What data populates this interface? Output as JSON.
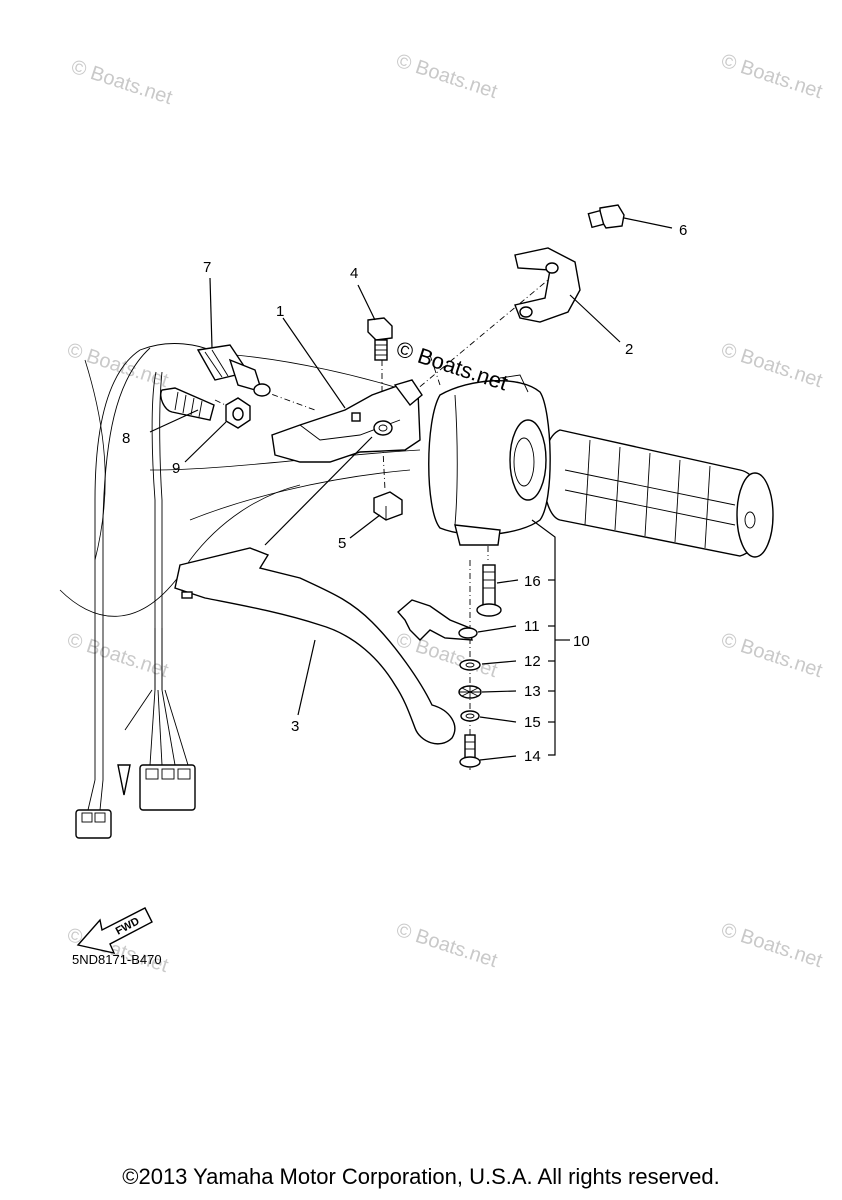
{
  "watermarks": [
    "© Boats.net",
    "© Boats.net",
    "© Boats.net",
    "© Boats.net",
    "© Boats.net",
    "© Boats.net",
    "© Boats.net",
    "© Boats.net",
    "© Boats.net",
    "© Boats.net",
    "© Boats.net",
    "© Boats.net"
  ],
  "center_watermark": "© Boats.net",
  "callouts": {
    "c1": "1",
    "c2": "2",
    "c3": "3",
    "c4": "4",
    "c5": "5",
    "c6": "6",
    "c7": "7",
    "c8": "8",
    "c9": "9",
    "c10": "10",
    "c11": "11",
    "c12": "12",
    "c13": "13",
    "c14": "14",
    "c15": "15",
    "c16": "16"
  },
  "fwd_label": "FWD",
  "diagram_code": "5ND8171-B470",
  "copyright": "©2013 Yamaha Motor Corporation, U.S.A. All rights reserved."
}
